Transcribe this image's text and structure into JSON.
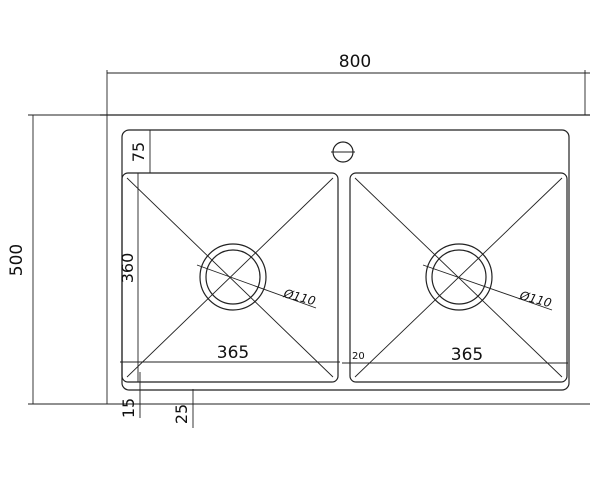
{
  "dimensions": {
    "overall_width": "800",
    "overall_depth": "500",
    "back_deck": "75",
    "bowl_depth": "360",
    "left_bowl_width": "365",
    "right_bowl_width": "365",
    "divider": "20",
    "front_edge": "15",
    "front_offset": "25",
    "drain_left": "Ø110",
    "drain_right": "Ø110"
  },
  "colors": {
    "line": "#222222",
    "background": "#ffffff"
  }
}
